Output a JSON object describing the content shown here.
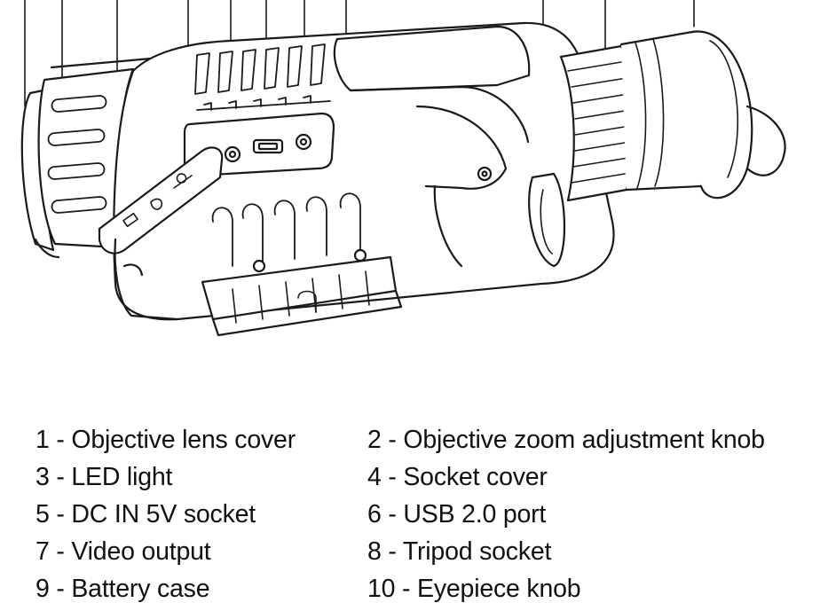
{
  "legend": {
    "items": [
      {
        "number": "1",
        "label": "Objective lens cover",
        "text": "1 - Objective lens cover"
      },
      {
        "number": "2",
        "label": "Objective zoom adjustment knob",
        "text": "2 - Objective zoom adjustment knob"
      },
      {
        "number": "3",
        "label": "LED light",
        "text": "3 - LED light"
      },
      {
        "number": "4",
        "label": "Socket cover",
        "text": "4 - Socket cover"
      },
      {
        "number": "5",
        "label": "DC IN 5V socket",
        "text": "5 - DC IN 5V socket"
      },
      {
        "number": "6",
        "label": "USB 2.0 port",
        "text": "6 - USB 2.0 port"
      },
      {
        "number": "7",
        "label": "Video output",
        "text": "7 - Video output"
      },
      {
        "number": "8",
        "label": "Tripod socket",
        "text": "8 - Tripod socket"
      },
      {
        "number": "9",
        "label": "Battery case",
        "text": "9 - Battery case"
      },
      {
        "number": "10",
        "label": "Eyepiece knob",
        "text": "10 - Eyepiece knob"
      }
    ]
  },
  "colors": {
    "line": "#1a1a1a",
    "fill": "#ffffff",
    "text": "#111111"
  }
}
